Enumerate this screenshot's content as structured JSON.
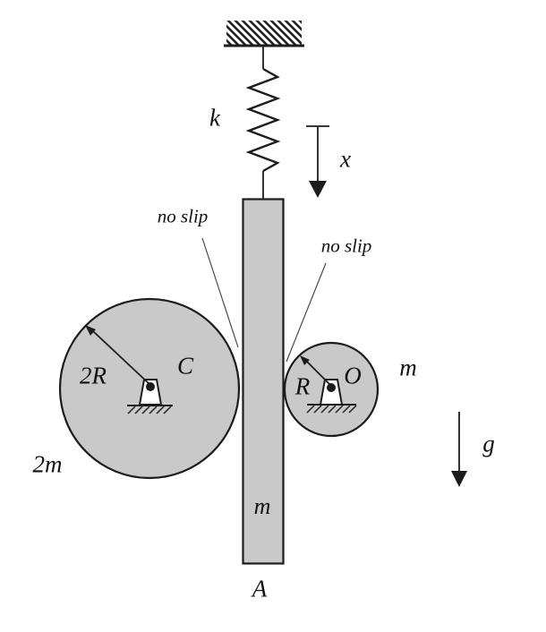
{
  "labels": {
    "spring_constant": "k",
    "displacement": "x",
    "no_slip_left": "no slip",
    "no_slip_right": "no slip",
    "large_disk_center": "C",
    "large_disk_radius": "2R",
    "large_disk_mass": "2m",
    "small_disk_radius": "R",
    "small_disk_center": "O",
    "small_disk_mass": "m",
    "bar_mass": "m",
    "bar_name": "A",
    "gravity": "g"
  },
  "colors": {
    "background": "#ffffff",
    "fill_gray": "#c9c9c9",
    "outline": "#1c1c1c",
    "leader_line": "#4a4a4a"
  }
}
